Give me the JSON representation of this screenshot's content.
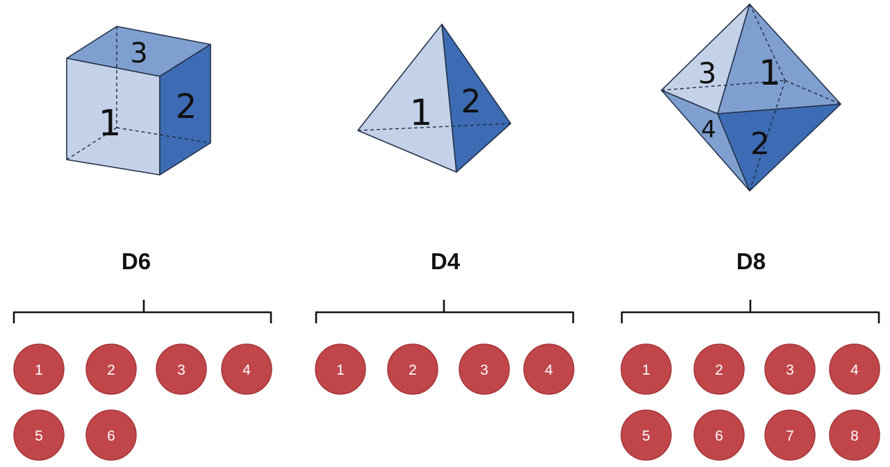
{
  "dice": [
    {
      "name": "D6",
      "shape": "cube",
      "face_labels": [
        "3",
        "2",
        "1"
      ],
      "outcomes": [
        "1",
        "2",
        "3",
        "4",
        "5",
        "6"
      ]
    },
    {
      "name": "D4",
      "shape": "tetrahedron",
      "face_labels": [
        "1",
        "2"
      ],
      "outcomes": [
        "1",
        "2",
        "3",
        "4"
      ]
    },
    {
      "name": "D8",
      "shape": "octahedron",
      "face_labels": [
        "3",
        "1",
        "4",
        "2"
      ],
      "outcomes": [
        "1",
        "2",
        "3",
        "4",
        "5",
        "6",
        "7",
        "8"
      ]
    }
  ],
  "colors": {
    "face_light": "#c4d2e9",
    "face_mid": "#7f9fd0",
    "face_dark": "#3d6cb4",
    "ball_fill": "#c0464a",
    "ball_stroke": "#a5373b",
    "ball_text": "#ffffff",
    "brace": "#111111"
  }
}
